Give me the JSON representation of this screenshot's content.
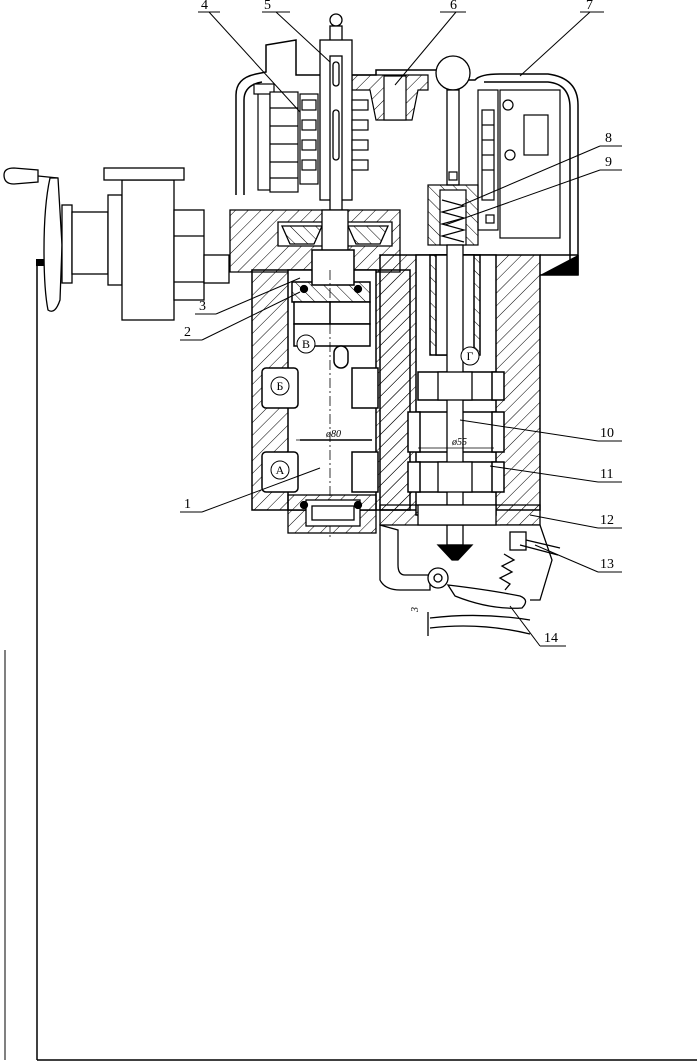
{
  "callouts": {
    "c1": "1",
    "c2": "2",
    "c3": "3",
    "c4": "4",
    "c5": "5",
    "c6": "6",
    "c7": "7",
    "c8": "8",
    "c9": "9",
    "c10": "10",
    "c11": "11",
    "c12": "12",
    "c13": "13",
    "c14": "14"
  },
  "port_labels": {
    "A": "А",
    "B": "Б",
    "V": "В",
    "G": "Г"
  },
  "dimensions": {
    "bore_large": "ø80",
    "bore_small": "ø55",
    "gap": "3"
  }
}
